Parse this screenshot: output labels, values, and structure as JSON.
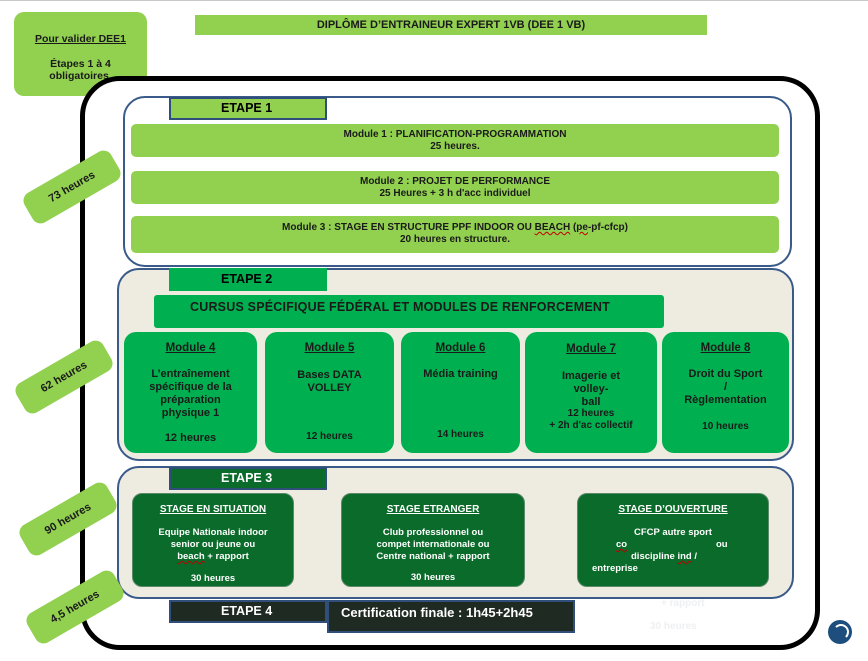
{
  "title": "DIPLÔME D’ENTRAINEUR EXPERT 1VB (DEE 1 VB)",
  "validation": {
    "heading": "Pour valider DEE1",
    "text": "Étapes 1 à 4\nobligatoires."
  },
  "hours_tags": [
    "73 heures",
    "62 heures",
    "90 heures",
    "4,5 heures"
  ],
  "etape1": {
    "label": "ETAPE 1",
    "modules": [
      {
        "line1": "Module 1 : PLANIFICATION-PROGRAMMATION",
        "line2": "25 heures."
      },
      {
        "line1": "Module 2 : PROJET DE PERFORMANCE",
        "line2": "25  Heures + 3 h d'acc individuel"
      },
      {
        "line1_a": "Module 3 : STAGE EN STRUCTURE PPF INDOOR OU ",
        "line1_b": "BEACH",
        "line1_c": " (",
        "line1_d": "pe",
        "line1_e": "-pf-cfcp)",
        "line2": "20  heures en structure."
      }
    ]
  },
  "etape2": {
    "label": "ETAPE 2",
    "cursus": "CURSUS SPÉCIFIQUE FÉDÉRAL ET MODULES DE RENFORCEMENT",
    "modules": [
      {
        "title": "Module 4",
        "desc": "L’entraînement\nspécifique de la\npréparation\nphysique  1",
        "hours": "12 heures"
      },
      {
        "title": "Module 5",
        "desc": "Bases DATA\nVOLLEY",
        "hours": "12 heures"
      },
      {
        "title": "Module 6",
        "desc": "Média training",
        "hours": "14 heures"
      },
      {
        "title": "Module 7",
        "desc": "Imagerie et\nvolley-\nball",
        "hours": "12 heures\n+ 2h d'ac collectif"
      },
      {
        "title": "Module 8",
        "desc": "Droit du Sport\n/\nRèglementation",
        "hours": "10 heures"
      }
    ]
  },
  "etape3": {
    "label": "ETAPE 3",
    "stages": [
      {
        "title": "STAGE EN SITUATION",
        "desc_a": "Equipe Nationale indoor\nsenior ou jeune ou\n",
        "desc_b": "beach",
        "desc_c": " + rapport",
        "hours": "30 heures"
      },
      {
        "title": "STAGE ETRANGER",
        "desc": "Club professionnel ou\ncompet internationale ou\nCentre national + rapport",
        "hours": "30 heures"
      },
      {
        "title": "STAGE D’OUVERTURE",
        "desc_1": "CFCP autre sport",
        "desc_2a": "co",
        "desc_2b": "ou",
        "desc_3a": "discipline ",
        "desc_3b": "ind",
        "desc_3c": "  /",
        "desc_4": "entreprise"
      }
    ]
  },
  "etape4": {
    "label": "ETAPE 4",
    "certification": "Certification finale : 1h45+2h45"
  },
  "ghost_text": [
    "+ rapport",
    "30 heures"
  ],
  "colors": {
    "light_green": "#92d050",
    "bright_green": "#00b050",
    "dark_green": "#0a6b2a",
    "panel_bg": "#eeece1",
    "panel_border": "#3a5a8a"
  }
}
